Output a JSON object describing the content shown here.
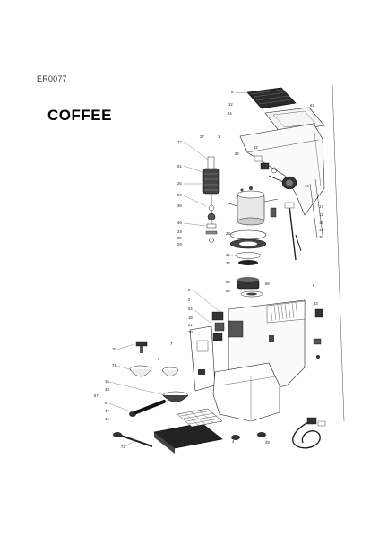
{
  "header": {
    "code": "ER0077",
    "title": "COFFEE"
  },
  "callouts": [
    {
      "id": "c1",
      "text": "6"
    },
    {
      "id": "c2",
      "text": "62"
    },
    {
      "id": "c3",
      "text": "12"
    },
    {
      "id": "c4",
      "text": "34"
    },
    {
      "id": "c5",
      "text": "22"
    },
    {
      "id": "c6",
      "text": "27"
    },
    {
      "id": "c7",
      "text": "1"
    },
    {
      "id": "c8",
      "text": "36"
    },
    {
      "id": "c9",
      "text": "42"
    },
    {
      "id": "c10",
      "text": "61"
    },
    {
      "id": "c11",
      "text": "26"
    },
    {
      "id": "c12",
      "text": "24"
    },
    {
      "id": "c13",
      "text": "38"
    },
    {
      "id": "c14",
      "text": "46"
    },
    {
      "id": "c15",
      "text": "23"
    },
    {
      "id": "c16",
      "text": "30"
    },
    {
      "id": "c17",
      "text": "29"
    },
    {
      "id": "c18",
      "text": "28"
    },
    {
      "id": "c19",
      "text": "15"
    },
    {
      "id": "c20",
      "text": "33"
    },
    {
      "id": "c21",
      "text": "53"
    },
    {
      "id": "c22",
      "text": "56"
    },
    {
      "id": "c23",
      "text": "58"
    },
    {
      "id": "c24",
      "text": "17"
    },
    {
      "id": "c25",
      "text": "11"
    },
    {
      "id": "c26",
      "text": "19"
    },
    {
      "id": "c27",
      "text": "31"
    },
    {
      "id": "c28",
      "text": "35"
    },
    {
      "id": "c29",
      "text": "14"
    },
    {
      "id": "c30",
      "text": "5"
    },
    {
      "id": "c31",
      "text": "13"
    },
    {
      "id": "c32",
      "text": "2"
    },
    {
      "id": "c33",
      "text": "3"
    },
    {
      "id": "c34",
      "text": "64"
    },
    {
      "id": "c35",
      "text": "18"
    },
    {
      "id": "c36",
      "text": "21"
    },
    {
      "id": "c37",
      "text": "10"
    },
    {
      "id": "c38",
      "text": "70"
    },
    {
      "id": "c39",
      "text": "71"
    },
    {
      "id": "c40",
      "text": "7"
    },
    {
      "id": "c41",
      "text": "9"
    },
    {
      "id": "c42",
      "text": "16"
    },
    {
      "id": "c43",
      "text": "48"
    },
    {
      "id": "c44",
      "text": "67"
    },
    {
      "id": "c45",
      "text": "8"
    },
    {
      "id": "c46",
      "text": "47"
    },
    {
      "id": "c47",
      "text": "44"
    },
    {
      "id": "c48",
      "text": "4"
    },
    {
      "id": "c49",
      "text": "72"
    },
    {
      "id": "c50",
      "text": "49"
    }
  ]
}
